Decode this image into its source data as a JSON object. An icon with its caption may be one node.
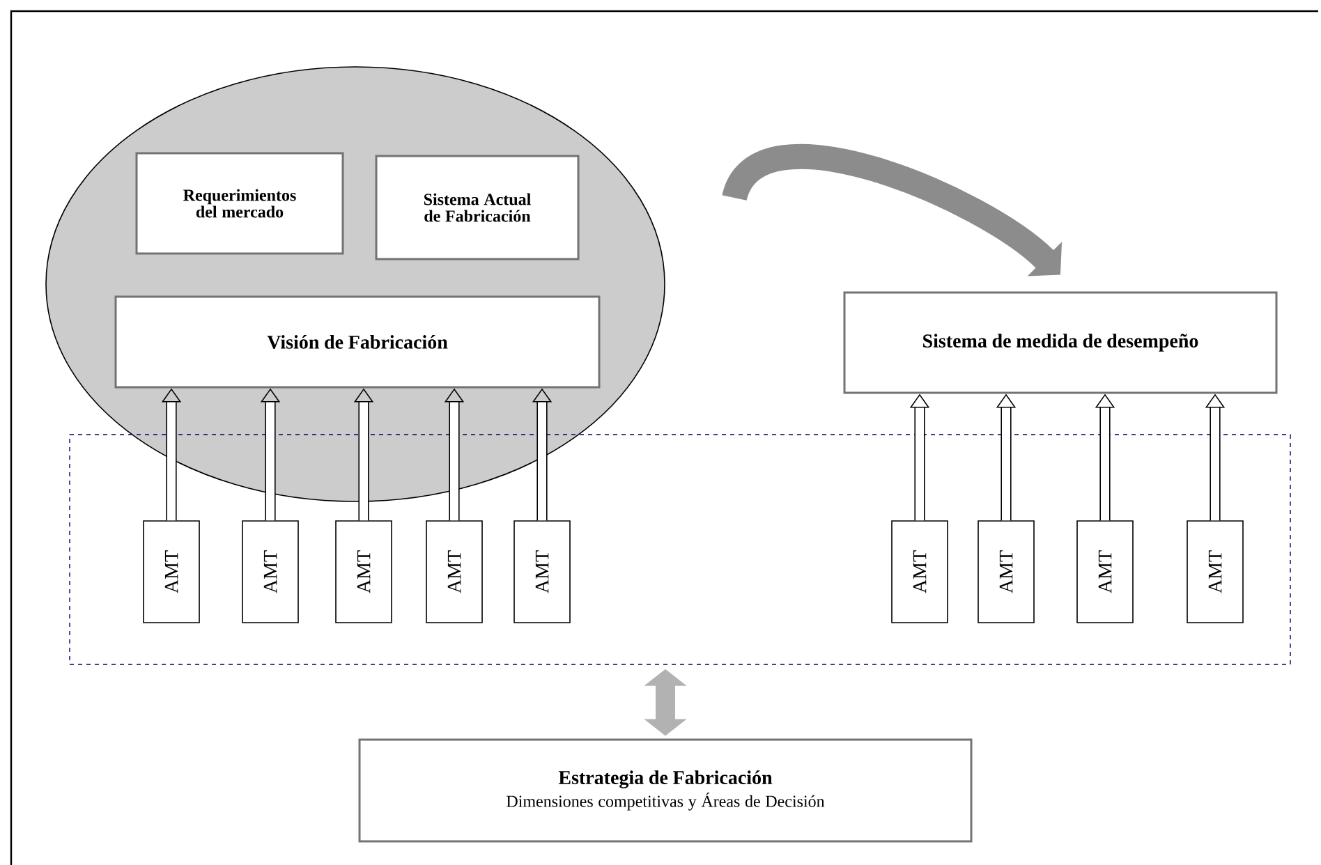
{
  "diagram": {
    "nodes": [
      {
        "text": [],
        "shape": "ellipse"
      },
      {
        "text": [
          "Requerimientos del mercado"
        ],
        "in": 0
      },
      {
        "text": [
          "Sistema Actual de Fabricación"
        ],
        "in": 0
      },
      {
        "text": [
          "Visión de Fabricación"
        ],
        "in": 0
      },
      {
        "text": [
          "Sistema de medida de desempeño"
        ]
      },
      {
        "text": [],
        "shape": "box"
      },
      {
        "text": [
          "AMT"
        ],
        "in": 5
      },
      {
        "text": [
          "AMT"
        ],
        "in": 5
      },
      {
        "text": [
          "AMT"
        ],
        "in": 5
      },
      {
        "text": [
          "AMT"
        ],
        "in": 5
      },
      {
        "text": [
          "AMT"
        ],
        "in": 5
      },
      {
        "text": [
          "AMT"
        ],
        "in": 5
      },
      {
        "text": [
          "AMT"
        ],
        "in": 5
      },
      {
        "text": [
          "AMT"
        ],
        "in": 5
      },
      {
        "text": [
          "AMT"
        ],
        "in": 5
      },
      {
        "text": [
          "Estrategia de Fabricación",
          "Dimensiones competitivas y Áreas de Decisión"
        ]
      }
    ],
    "edges": [
      {
        "from": 6,
        "to": 3,
        "arrow": "to"
      },
      {
        "from": 7,
        "to": 3,
        "arrow": "to"
      },
      {
        "from": 8,
        "to": 3,
        "arrow": "to"
      },
      {
        "from": 9,
        "to": 3,
        "arrow": "to"
      },
      {
        "from": 10,
        "to": 3,
        "arrow": "to"
      },
      {
        "from": 11,
        "to": 4,
        "arrow": "to"
      },
      {
        "from": 12,
        "to": 4,
        "arrow": "to"
      },
      {
        "from": 13,
        "to": 4,
        "arrow": "to"
      },
      {
        "from": 14,
        "to": 4,
        "arrow": "to"
      },
      {
        "from": 0,
        "to": 4,
        "arrow": "to",
        "style": "thick",
        "color": "#8c8c8c"
      },
      {
        "from": 5,
        "to": 15,
        "arrow": "both",
        "style": "thick",
        "color": "#b2b2b2"
      }
    ]
  }
}
